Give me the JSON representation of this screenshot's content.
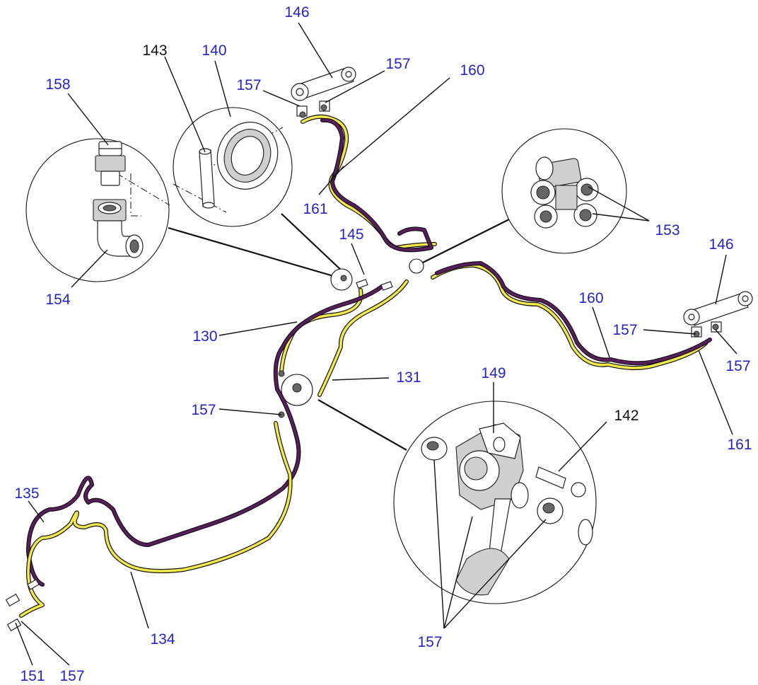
{
  "labels": {
    "l146_top": "146",
    "l157_top_left": "157",
    "l157_top_right": "157",
    "l143": "143",
    "l140": "140",
    "l160_top": "160",
    "l158": "158",
    "l161_top": "161",
    "l145": "145",
    "l153": "153",
    "l146_right": "146",
    "l160_right": "160",
    "l157_right_a": "157",
    "l157_right_b": "157",
    "l161_right": "161",
    "l154": "154",
    "l130": "130",
    "l131": "131",
    "l149": "149",
    "l142": "142",
    "l157_mid": "157",
    "l135": "135",
    "l134": "134",
    "l157_bottom": "157",
    "l151": "151",
    "l157_bottom_left": "157"
  },
  "colors": {
    "label_blue": "#2323c8",
    "label_black": "#111111",
    "hose_yellow": "#f2e84a",
    "hose_purple": "#5a1d5e"
  }
}
